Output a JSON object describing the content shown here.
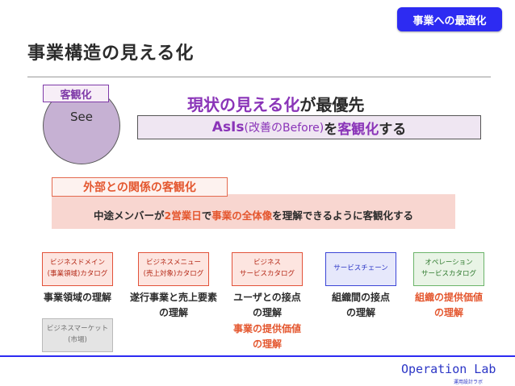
{
  "tag": "事業への最適化",
  "page_title": "事業構造の見える化",
  "see": {
    "circle_label": "See",
    "badge": "客観化"
  },
  "headline": {
    "emph": "現状の見える化",
    "rest": "が最優先"
  },
  "asis": {
    "a": "AsIs",
    "b": "(改善のBefore)",
    "c": "を",
    "d": "客観化",
    "e": "する"
  },
  "gaibu": {
    "label": "外部との関係の客観化",
    "t1": "中途メンバーが",
    "t2": "2営業日",
    "t3": "で",
    "t4": "事業の全体像",
    "t5": "を理解できるように客観化する"
  },
  "cards": [
    {
      "l1": "ビジネスドメイン",
      "l2": "(事業領域)カタログ"
    },
    {
      "l1": "ビジネスメニュー",
      "l2": "(売上対象)カタログ"
    },
    {
      "l1": "ビジネス",
      "l2": "サービスカタログ"
    },
    {
      "l1": "サービスチェーン",
      "l2": ""
    },
    {
      "l1": "オペレーション",
      "l2": "サービスカタログ"
    },
    {
      "l1": "ビジネスマーケット",
      "l2": "(市場)"
    }
  ],
  "captions": [
    {
      "l1": "事業領域の理解",
      "l2": ""
    },
    {
      "l1": "遂行事業と売上要素",
      "l2": "の理解"
    },
    {
      "l1": "ユーザとの接点",
      "l2": "の理解"
    },
    {
      "l1": "組織間の接点",
      "l2": "の理解"
    },
    {
      "l1": "組織の提供価値",
      "l2": "の理解"
    }
  ],
  "extra_caption": {
    "l1": "事業の提供価値",
    "l2": "の理解"
  },
  "brand": {
    "name": "Operation Lab",
    "sub": "運用設計ラボ"
  },
  "colors": {
    "accent_blue": "#2d2bf2",
    "purple": "#8a34b8",
    "red": "#e4572f",
    "green": "#6cb46a"
  }
}
